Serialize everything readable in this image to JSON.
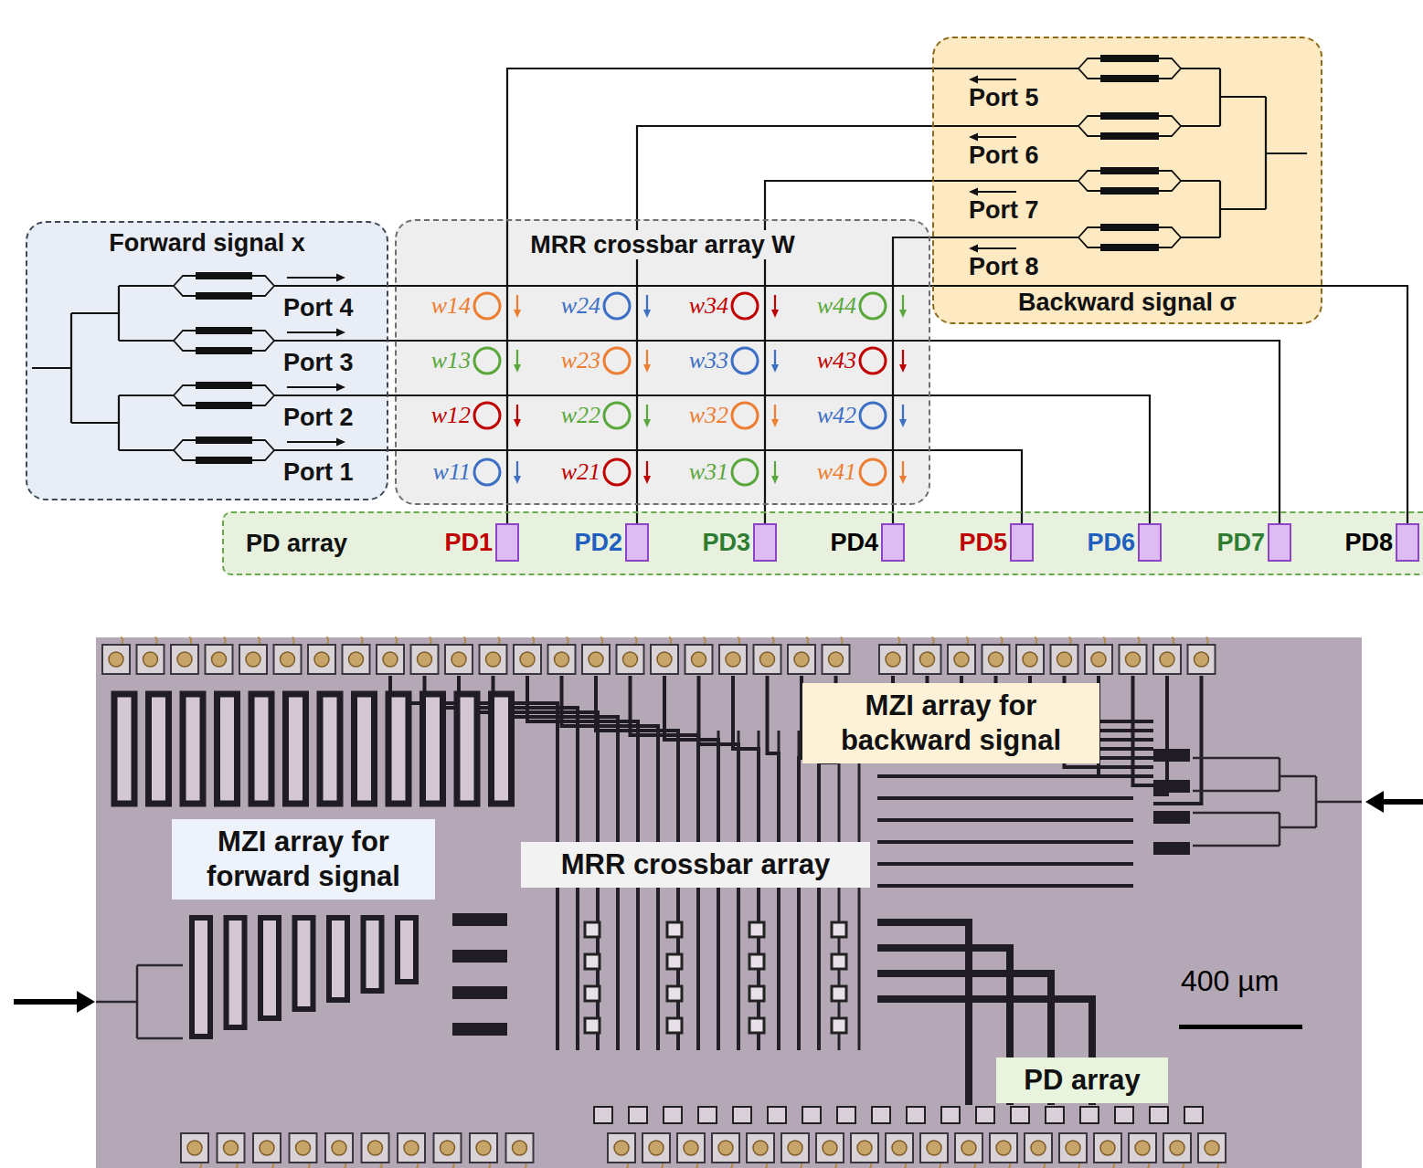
{
  "diagram": {
    "nodes": [
      {
        "text": [
          "Forward signal x"
        ]
      },
      {
        "text": [
          "MRR crossbar array W"
        ]
      },
      {
        "text": [
          "Backward signal σ"
        ]
      },
      {
        "text": [
          "PD array"
        ]
      },
      {
        "text": [
          "PD1"
        ],
        "in": 3
      },
      {
        "text": [
          "PD2"
        ],
        "in": 3
      },
      {
        "text": [
          "PD3"
        ],
        "in": 3
      },
      {
        "text": [
          "PD4"
        ],
        "in": 3
      },
      {
        "text": [
          "PD5"
        ],
        "in": 3
      },
      {
        "text": [
          "PD6"
        ],
        "in": 3
      },
      {
        "text": [
          "PD7"
        ],
        "in": 3
      },
      {
        "text": [
          "PD8"
        ],
        "in": 3
      },
      {
        "text": [
          "MZI array for backward signal"
        ]
      },
      {
        "text": [
          "MZI array for forward signal"
        ]
      },
      {
        "text": [
          "MRR crossbar array"
        ]
      },
      {
        "text": [
          "PD array"
        ]
      }
    ],
    "edges": [
      {
        "from": 0,
        "to": 8,
        "arrow": "none"
      },
      {
        "from": 0,
        "to": 9,
        "arrow": "none"
      },
      {
        "from": 0,
        "to": 10,
        "arrow": "none"
      },
      {
        "from": 0,
        "to": 11,
        "arrow": "none"
      },
      {
        "from": 2,
        "to": 4,
        "arrow": "none"
      },
      {
        "from": 2,
        "to": 5,
        "arrow": "none"
      },
      {
        "from": 2,
        "to": 6,
        "arrow": "none"
      },
      {
        "from": 2,
        "to": 7,
        "arrow": "none"
      }
    ],
    "labels": [
      "Port 5",
      "Port 6",
      "Port 7",
      "Port 8",
      "Port 4",
      "Port 3",
      "Port 2",
      "Port 1",
      "w14",
      "w24",
      "w34",
      "w44",
      "w13",
      "w23",
      "w33",
      "w43",
      "w12",
      "w22",
      "w32",
      "w42",
      "w11",
      "w21",
      "w31",
      "w41",
      "400 µm"
    ]
  }
}
